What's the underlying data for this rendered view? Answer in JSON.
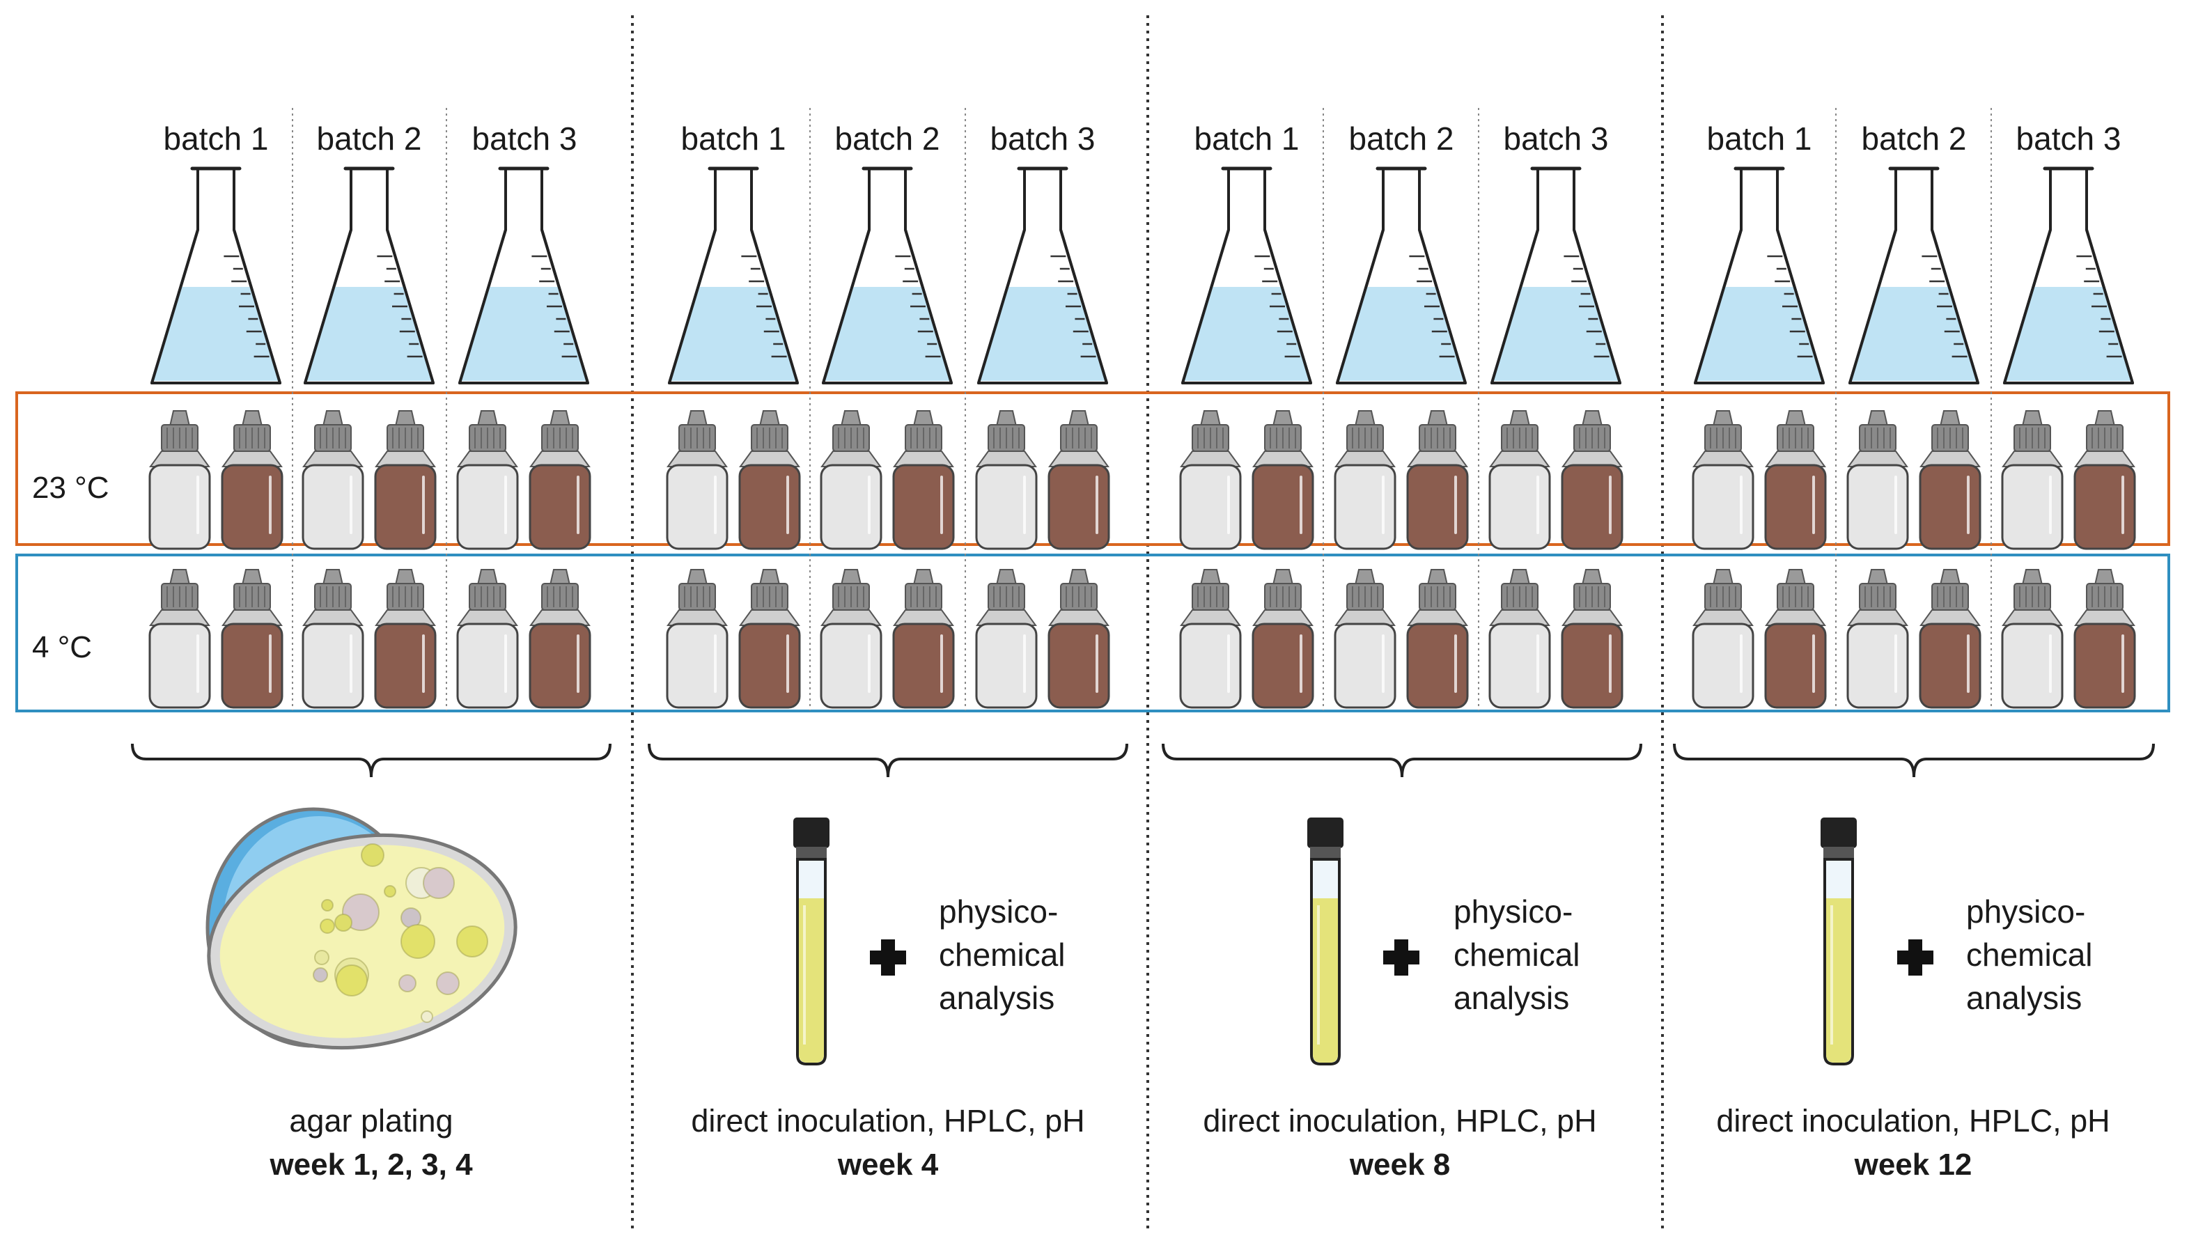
{
  "weeks": [
    {
      "batches": [
        "batch 1",
        "batch 2",
        "batch 3"
      ],
      "method": "agar plating",
      "week": "week 1, 2, 3, 4"
    },
    {
      "batches": [
        "batch 1",
        "batch 2",
        "batch 3"
      ],
      "method": "direct inoculation, HPLC, pH",
      "week": "week 4",
      "extra": [
        "physico-",
        "chemical",
        "analysis"
      ]
    },
    {
      "batches": [
        "batch 1",
        "batch 2",
        "batch 3"
      ],
      "method": "direct inoculation, HPLC, pH",
      "week": "week 8",
      "extra": [
        "physico-",
        "chemical",
        "analysis"
      ]
    },
    {
      "batches": [
        "batch 1",
        "batch 2",
        "batch 3"
      ],
      "method": "direct inoculation, HPLC, pH",
      "week": "week 12",
      "extra": [
        "physico-",
        "chemical",
        "analysis"
      ]
    }
  ],
  "conditions": [
    {
      "label": "23 °C",
      "color": "#d9651f"
    },
    {
      "label": "4 °C",
      "color": "#2f8fc0"
    }
  ],
  "colors": {
    "liquid": "#bfe3f4",
    "clear_bottle": "#e6e6e6",
    "brown_bottle": "#8b5d4f",
    "bottle_cap": "#8a8a8a",
    "tube_liquid": "#e4e37a",
    "agar": "#f4f3b4",
    "dish_lid": "#5aaee0"
  },
  "icons": {
    "flask": "erlenmeyer-flask-icon",
    "bottle": "sample-bottle-icon",
    "tube": "test-tube-icon",
    "plus": "plus-icon",
    "dish": "petri-dish-icon"
  }
}
